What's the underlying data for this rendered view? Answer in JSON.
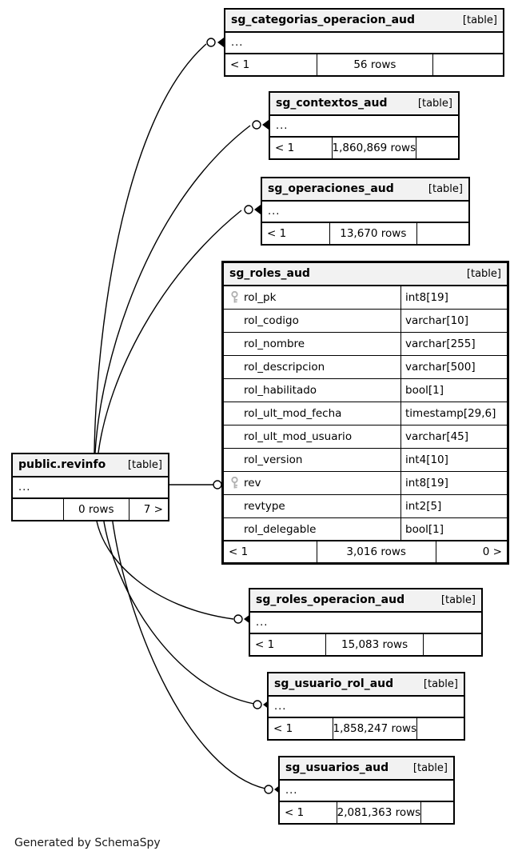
{
  "diagram": {
    "generator_credit": "Generated by SchemaSpy",
    "table_tag": "[table]",
    "ellipsis": "...",
    "key_icon": "key-icon",
    "focus_table_id": "sg_roles_aud"
  },
  "tables": [
    {
      "id": "sg_categorias_operacion_aud",
      "name": "sg_categorias_operacion_aud",
      "tag": "[table]",
      "ellipsis": "...",
      "footer": {
        "left": "< 1",
        "middle": "56 rows",
        "right": ""
      },
      "columns": []
    },
    {
      "id": "sg_contextos_aud",
      "name": "sg_contextos_aud",
      "tag": "[table]",
      "ellipsis": "...",
      "footer": {
        "left": "< 1",
        "middle": "1,860,869 rows",
        "right": ""
      },
      "columns": []
    },
    {
      "id": "sg_operaciones_aud",
      "name": "sg_operaciones_aud",
      "tag": "[table]",
      "ellipsis": "...",
      "footer": {
        "left": "< 1",
        "middle": "13,670 rows",
        "right": ""
      },
      "columns": []
    },
    {
      "id": "sg_roles_aud",
      "name": "sg_roles_aud",
      "tag": "[table]",
      "ellipsis": null,
      "footer": {
        "left": "< 1",
        "middle": "3,016 rows",
        "right": "0 >"
      },
      "columns": [
        {
          "name": "rol_pk",
          "type": "int8[19]",
          "key": true
        },
        {
          "name": "rol_codigo",
          "type": "varchar[10]",
          "key": false
        },
        {
          "name": "rol_nombre",
          "type": "varchar[255]",
          "key": false
        },
        {
          "name": "rol_descripcion",
          "type": "varchar[500]",
          "key": false
        },
        {
          "name": "rol_habilitado",
          "type": "bool[1]",
          "key": false
        },
        {
          "name": "rol_ult_mod_fecha",
          "type": "timestamp[29,6]",
          "key": false
        },
        {
          "name": "rol_ult_mod_usuario",
          "type": "varchar[45]",
          "key": false
        },
        {
          "name": "rol_version",
          "type": "int4[10]",
          "key": false
        },
        {
          "name": "rev",
          "type": "int8[19]",
          "key": true
        },
        {
          "name": "revtype",
          "type": "int2[5]",
          "key": false
        },
        {
          "name": "rol_delegable",
          "type": "bool[1]",
          "key": false
        }
      ]
    },
    {
      "id": "public_revinfo",
      "name": "public.revinfo",
      "tag": "[table]",
      "ellipsis": "...",
      "footer": {
        "left": "",
        "middle": "0 rows",
        "right": "7 >"
      },
      "columns": []
    },
    {
      "id": "sg_roles_operacion_aud",
      "name": "sg_roles_operacion_aud",
      "tag": "[table]",
      "ellipsis": "...",
      "footer": {
        "left": "< 1",
        "middle": "15,083 rows",
        "right": ""
      },
      "columns": []
    },
    {
      "id": "sg_usuario_rol_aud",
      "name": "sg_usuario_rol_aud",
      "tag": "[table]",
      "ellipsis": "...",
      "footer": {
        "left": "< 1",
        "middle": "1,858,247 rows",
        "right": ""
      },
      "columns": []
    },
    {
      "id": "sg_usuarios_aud",
      "name": "sg_usuarios_aud",
      "tag": "[table]",
      "ellipsis": "...",
      "footer": {
        "left": "< 1",
        "middle": "2,081,363 rows",
        "right": ""
      },
      "columns": []
    }
  ],
  "relationships": [
    {
      "from": "public_revinfo",
      "to": "sg_categorias_operacion_aud"
    },
    {
      "from": "public_revinfo",
      "to": "sg_contextos_aud"
    },
    {
      "from": "public_revinfo",
      "to": "sg_operaciones_aud"
    },
    {
      "from": "public_revinfo",
      "to": "sg_roles_aud"
    },
    {
      "from": "public_revinfo",
      "to": "sg_roles_operacion_aud"
    },
    {
      "from": "public_revinfo",
      "to": "sg_usuario_rol_aud"
    },
    {
      "from": "public_revinfo",
      "to": "sg_usuarios_aud"
    }
  ]
}
